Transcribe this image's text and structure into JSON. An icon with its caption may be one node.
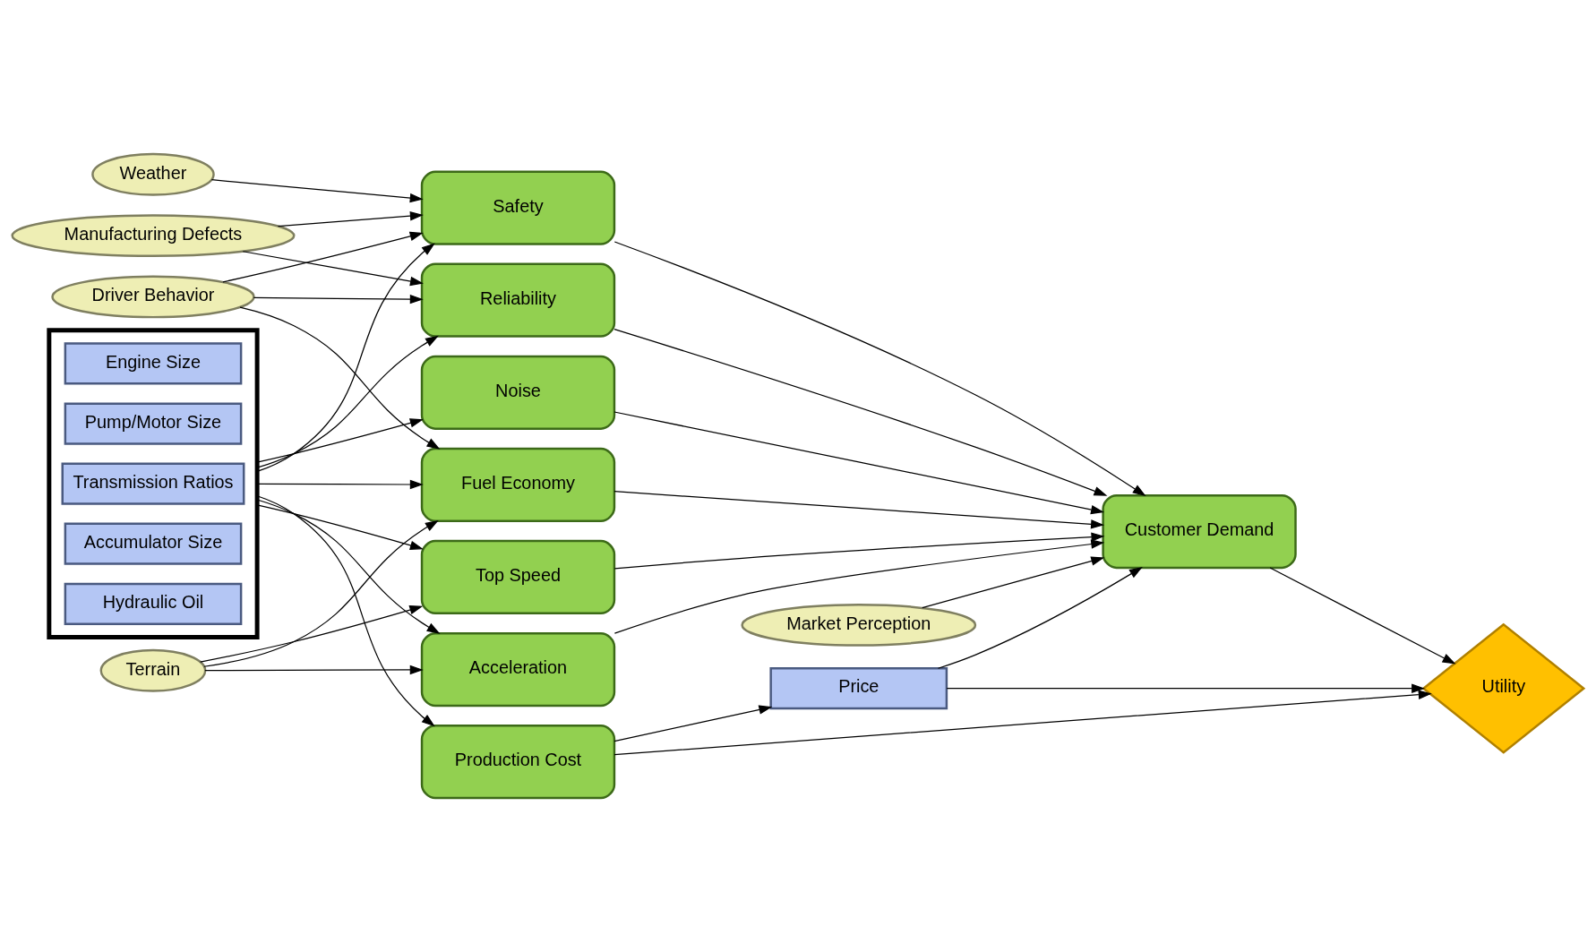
{
  "diagram": {
    "nodes": [
      {
        "text": [
          "Manufacturing Defects"
        ]
      },
      {
        "text": [
          "Driver Behavior"
        ]
      },
      {
        "text": [
          "Weather"
        ]
      },
      {
        "text": [
          "Market Perception"
        ]
      },
      {
        "text": [
          "Terrain"
        ]
      },
      {
        "text": [],
        "shape": "box"
      },
      {
        "text": [
          "Engine Size"
        ],
        "in": 5
      },
      {
        "text": [
          "Pump/Motor Size"
        ],
        "in": 5
      },
      {
        "text": [
          "Transmission Ratios"
        ],
        "in": 5
      },
      {
        "text": [
          "Accumulator Size"
        ],
        "in": 5
      },
      {
        "text": [
          "Hydraulic Oil"
        ],
        "in": 5
      },
      {
        "text": [
          "Safety"
        ]
      },
      {
        "text": [
          "Reliability"
        ]
      },
      {
        "text": [
          "Noise"
        ]
      },
      {
        "text": [
          "Fuel Economy"
        ]
      },
      {
        "text": [
          "Top Speed"
        ]
      },
      {
        "text": [
          "Acceleration"
        ]
      },
      {
        "text": [
          "Production Cost"
        ]
      },
      {
        "text": [
          "Customer Demand"
        ]
      },
      {
        "text": [
          "Price"
        ]
      },
      {
        "text": [
          "Utility"
        ]
      }
    ],
    "edges": [
      {
        "from": 0,
        "to": 11,
        "arrow": "to"
      },
      {
        "from": 0,
        "to": 12,
        "arrow": "to"
      },
      {
        "from": 1,
        "to": 11,
        "arrow": "to"
      },
      {
        "from": 1,
        "to": 12,
        "arrow": "to"
      },
      {
        "from": 1,
        "to": 14,
        "arrow": "to"
      },
      {
        "from": 2,
        "to": 11,
        "arrow": "to"
      },
      {
        "from": 5,
        "to": 11,
        "arrow": "to"
      },
      {
        "from": 5,
        "to": 12,
        "arrow": "to"
      },
      {
        "from": 5,
        "to": 13,
        "arrow": "to"
      },
      {
        "from": 5,
        "to": 14,
        "arrow": "to"
      },
      {
        "from": 5,
        "to": 15,
        "arrow": "to"
      },
      {
        "from": 5,
        "to": 16,
        "arrow": "to"
      },
      {
        "from": 5,
        "to": 17,
        "arrow": "to"
      },
      {
        "from": 4,
        "to": 14,
        "arrow": "to"
      },
      {
        "from": 4,
        "to": 15,
        "arrow": "to"
      },
      {
        "from": 4,
        "to": 16,
        "arrow": "to"
      },
      {
        "from": 11,
        "to": 18,
        "arrow": "to"
      },
      {
        "from": 12,
        "to": 18,
        "arrow": "to"
      },
      {
        "from": 13,
        "to": 18,
        "arrow": "to"
      },
      {
        "from": 14,
        "to": 18,
        "arrow": "to"
      },
      {
        "from": 15,
        "to": 18,
        "arrow": "to"
      },
      {
        "from": 16,
        "to": 18,
        "arrow": "to"
      },
      {
        "from": 3,
        "to": 18,
        "arrow": "to"
      },
      {
        "from": 19,
        "to": 18,
        "arrow": "to"
      },
      {
        "from": 18,
        "to": 20,
        "arrow": "to"
      },
      {
        "from": 19,
        "to": 20,
        "arrow": "to"
      },
      {
        "from": 17,
        "to": 19,
        "arrow": "to"
      },
      {
        "from": 17,
        "to": 20,
        "arrow": "to"
      }
    ]
  }
}
